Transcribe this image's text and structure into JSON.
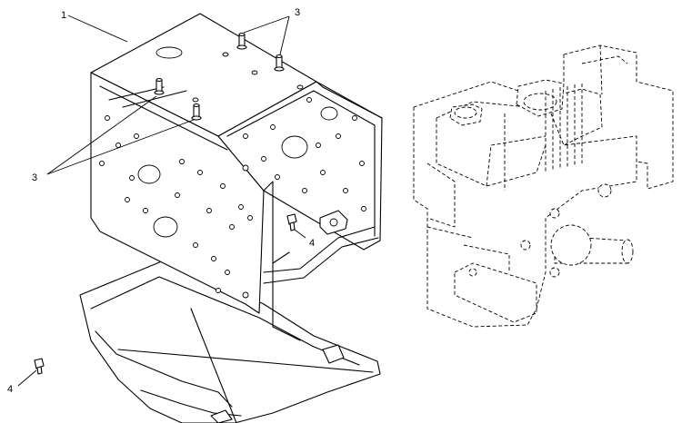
{
  "callouts": {
    "frame": "1",
    "studs_top": "3",
    "studs_left": "3",
    "bolt_right": "4",
    "bolt_left": "4"
  }
}
